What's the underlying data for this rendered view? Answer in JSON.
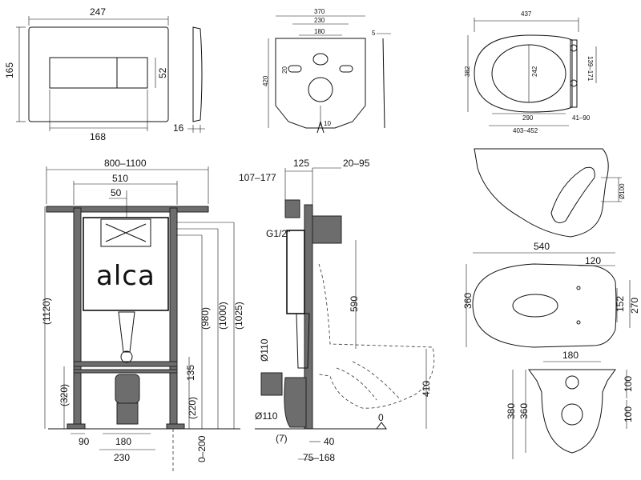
{
  "brand": "alca",
  "plate": {
    "w": "247",
    "h": "165",
    "btn_w": "168",
    "btn_h": "52",
    "depth": "16"
  },
  "bracket": {
    "w": "370",
    "a": "230",
    "b": "180",
    "h": "420",
    "t": "5",
    "hole": "20",
    "slot": "10"
  },
  "seat": {
    "w": "437",
    "h": "382",
    "inner_h": "242",
    "inner_w": "290",
    "range": "403–452",
    "hinge": "139–171",
    "hinge_off": "41–90"
  },
  "bowl_side": {
    "outlet": "Ø100"
  },
  "bowl_top": {
    "len": "540",
    "off": "120",
    "w": "360",
    "a": "270",
    "b": "152"
  },
  "bowl_back": {
    "w": "180",
    "h1": "380",
    "h2": "360",
    "a": "100",
    "b": "100"
  },
  "frame_front": {
    "w_range": "800–1100",
    "w": "510",
    "inlet": "50",
    "h_total": "(1120)",
    "h1": "(980)",
    "h2": "(1000)",
    "h3": "(1025)",
    "h_drain": "(320)",
    "d1": "135",
    "d2": "(220)",
    "foot": "90",
    "center": "180",
    "base": "230",
    "adjust": "0–200"
  },
  "frame_side": {
    "a": "107–177",
    "b": "125",
    "c": "20–95",
    "thread": "G1/2\"",
    "h_flush": "590",
    "pipe1": "Ø110",
    "pipe2": "Ø110",
    "bowl_h": "410",
    "zero": "0",
    "off": "(7)",
    "d": "40",
    "range": "75–168"
  }
}
